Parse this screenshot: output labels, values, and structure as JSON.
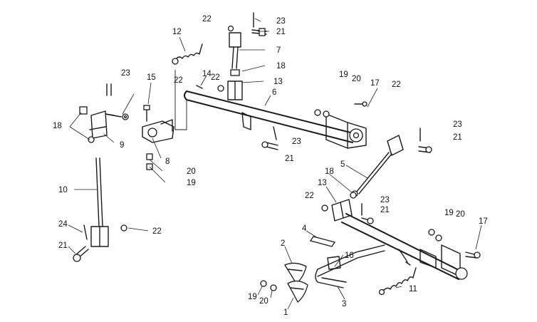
{
  "diagram": {
    "callouts": [
      "1",
      "2",
      "3",
      "4",
      "5",
      "6",
      "7",
      "8",
      "9",
      "10",
      "11",
      "12",
      "13",
      "13",
      "14",
      "15",
      "16",
      "17",
      "17",
      "18",
      "18",
      "18",
      "19",
      "19",
      "19",
      "19",
      "20",
      "20",
      "20",
      "20",
      "21",
      "21",
      "21",
      "21",
      "21",
      "22",
      "22",
      "22",
      "22",
      "22",
      "22",
      "23",
      "23",
      "23",
      "23",
      "23",
      "24"
    ]
  }
}
